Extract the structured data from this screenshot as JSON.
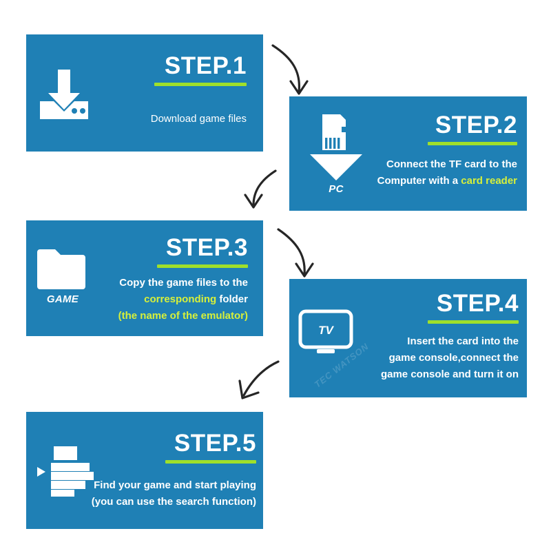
{
  "colors": {
    "panel_blue": "#1f80b5",
    "accent_green": "#9fe02b",
    "highlight_yellow_green": "#d7f03a",
    "text_white": "#ffffff",
    "background": "#ffffff",
    "arrow_dark": "#262626"
  },
  "steps": [
    {
      "id": "step-1",
      "title": "STEP.1",
      "icon": "download-tray-icon",
      "icon_caption": "",
      "lines": [
        {
          "segments": [
            {
              "text": "Download game files",
              "style": "white"
            }
          ]
        }
      ]
    },
    {
      "id": "step-2",
      "title": "STEP.2",
      "icon": "microsd-card-to-pc-icon",
      "icon_caption": "PC",
      "lines": [
        {
          "segments": [
            {
              "text": "Connect the TF card to the",
              "style": "white"
            }
          ]
        },
        {
          "segments": [
            {
              "text": "Computer with a ",
              "style": "white"
            },
            {
              "text": "card reader",
              "style": "highlight"
            }
          ]
        }
      ]
    },
    {
      "id": "step-3",
      "title": "STEP.3",
      "icon": "folder-icon",
      "icon_caption": "GAME",
      "lines": [
        {
          "segments": [
            {
              "text": "Copy the game files to the",
              "style": "white"
            }
          ]
        },
        {
          "segments": [
            {
              "text": "corresponding",
              "style": "highlight"
            },
            {
              "text": " folder",
              "style": "white"
            }
          ]
        },
        {
          "segments": [
            {
              "text": "(the name of the emulator)",
              "style": "highlight"
            }
          ]
        }
      ]
    },
    {
      "id": "step-4",
      "title": "STEP.4",
      "icon": "tv-monitor-icon",
      "icon_caption": "TV",
      "lines": [
        {
          "segments": [
            {
              "text": "Insert the card into the",
              "style": "white"
            }
          ]
        },
        {
          "segments": [
            {
              "text": "game console,connect the",
              "style": "white"
            }
          ]
        },
        {
          "segments": [
            {
              "text": "game console and turn it on",
              "style": "white"
            }
          ]
        }
      ]
    },
    {
      "id": "step-5",
      "title": "STEP.5",
      "icon": "game-list-play-icon",
      "icon_caption": "",
      "lines": [
        {
          "segments": [
            {
              "text": "Find your game and start playing",
              "style": "white"
            }
          ]
        },
        {
          "segments": [
            {
              "text": "(you can use the search function)",
              "style": "white"
            }
          ]
        }
      ]
    }
  ],
  "arrows": [
    {
      "id": "arrow-1-to-2",
      "from": "step-1",
      "to": "step-2",
      "direction": "curve-down-right"
    },
    {
      "id": "arrow-2-to-3",
      "from": "step-2",
      "to": "step-3",
      "direction": "curve-down-left"
    },
    {
      "id": "arrow-3-to-4",
      "from": "step-3",
      "to": "step-4",
      "direction": "curve-down-right"
    },
    {
      "id": "arrow-4-to-5",
      "from": "step-4",
      "to": "step-5",
      "direction": "curve-down-left"
    }
  ],
  "watermark": {
    "text": "TEC WATSON"
  }
}
